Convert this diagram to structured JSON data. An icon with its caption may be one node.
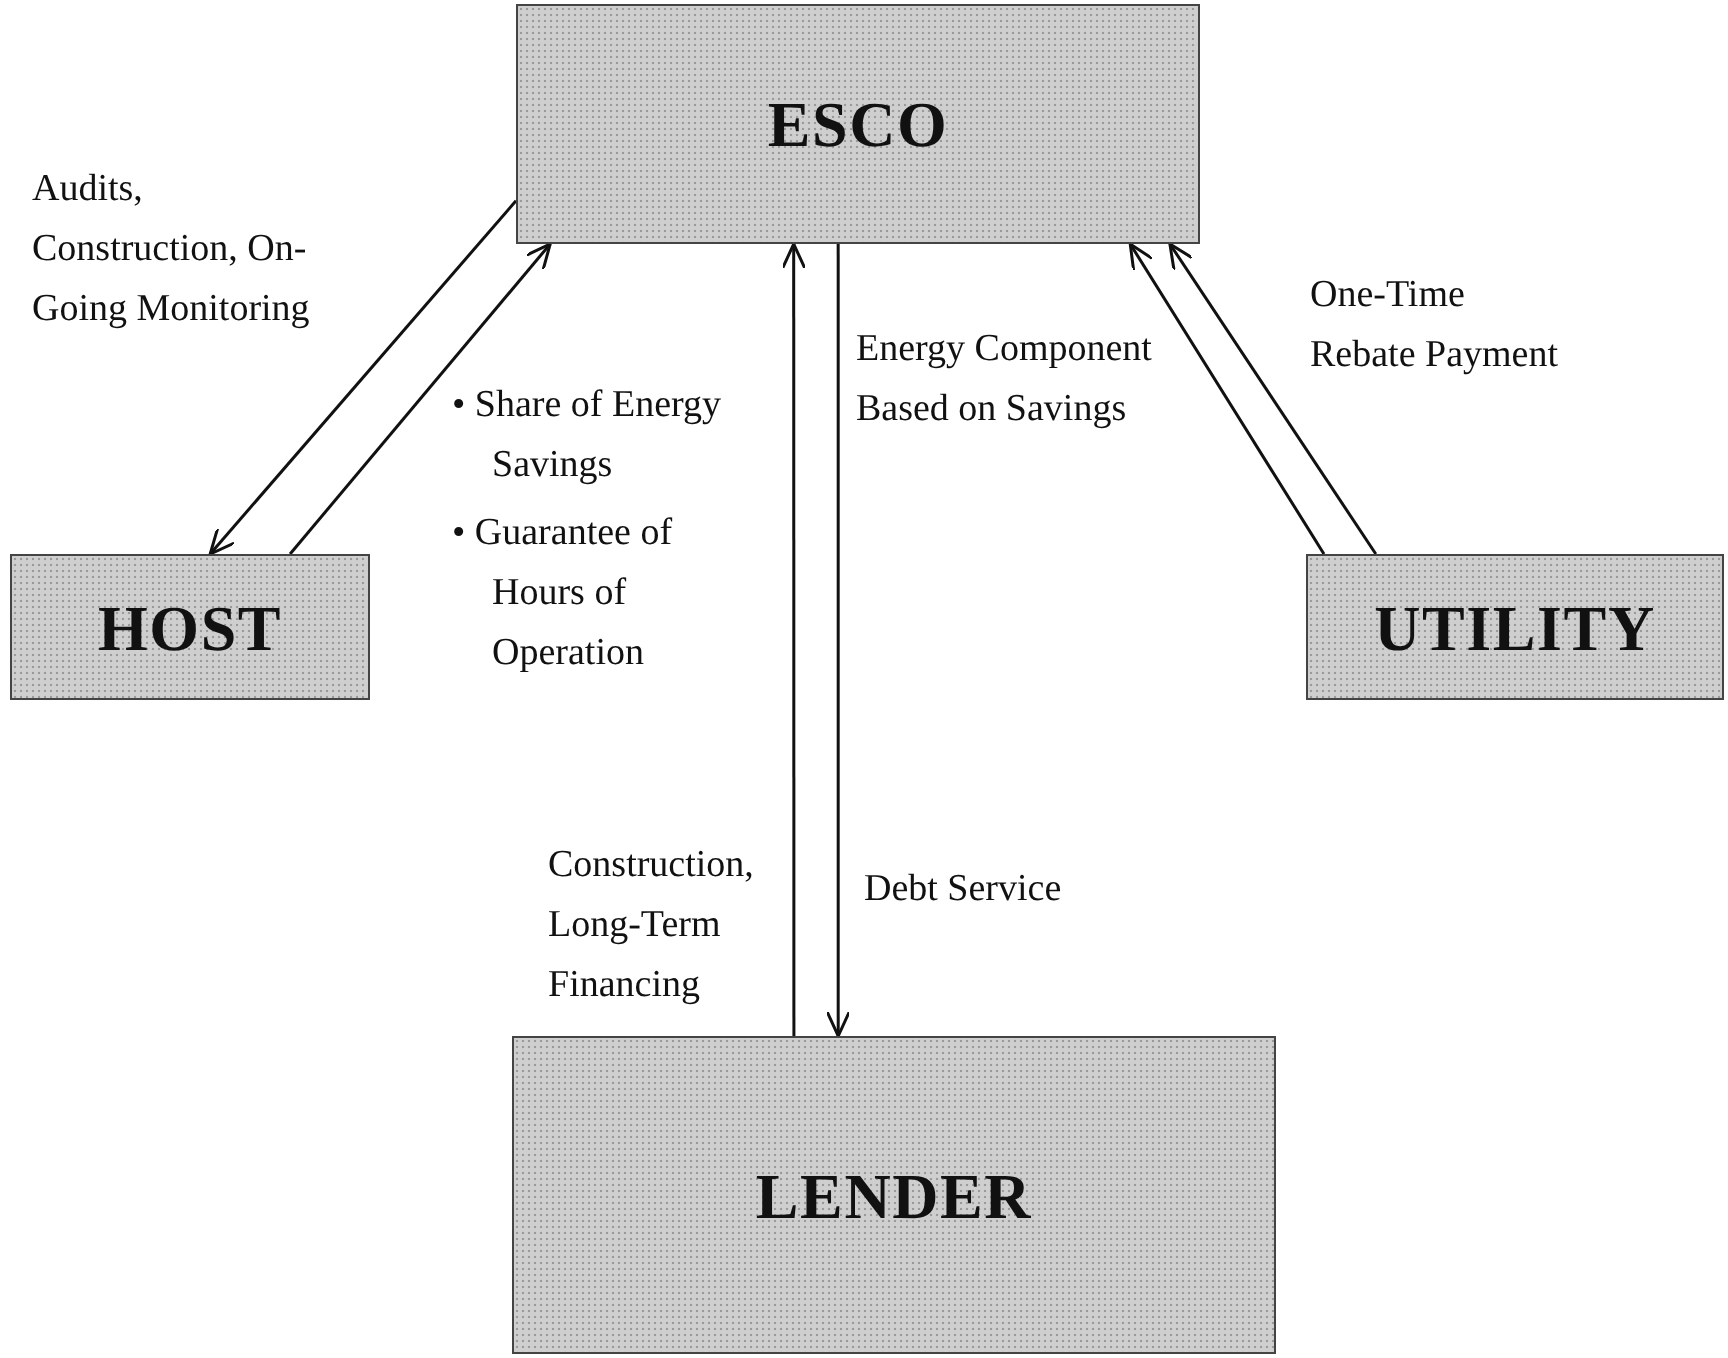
{
  "diagram": {
    "nodes": [
      {
        "text": [
          "ESCO"
        ]
      },
      {
        "text": [
          "HOST"
        ]
      },
      {
        "text": [
          "UTILITY"
        ]
      },
      {
        "text": [
          "LENDER"
        ]
      }
    ],
    "edges": [
      {
        "from": 0,
        "to": 1,
        "arrow": "to",
        "label": "Audits, Construction, On-Going Monitoring"
      },
      {
        "from": 1,
        "to": 0,
        "arrow": "to",
        "label": "• Share of Energy Savings"
      },
      {
        "from": 3,
        "to": 0,
        "arrow": "to",
        "label": "Construction, Long-Term Financing"
      },
      {
        "from": 0,
        "to": 3,
        "arrow": "to",
        "label": "Debt Service"
      },
      {
        "from": 2,
        "to": 0,
        "arrow": "to",
        "label": "Energy Component Based on Savings"
      },
      {
        "from": 2,
        "to": 0,
        "arrow": "to",
        "label": "One-Time Rebate Payment"
      }
    ],
    "labels": [
      "• Guarantee of Hours of Operation"
    ]
  }
}
